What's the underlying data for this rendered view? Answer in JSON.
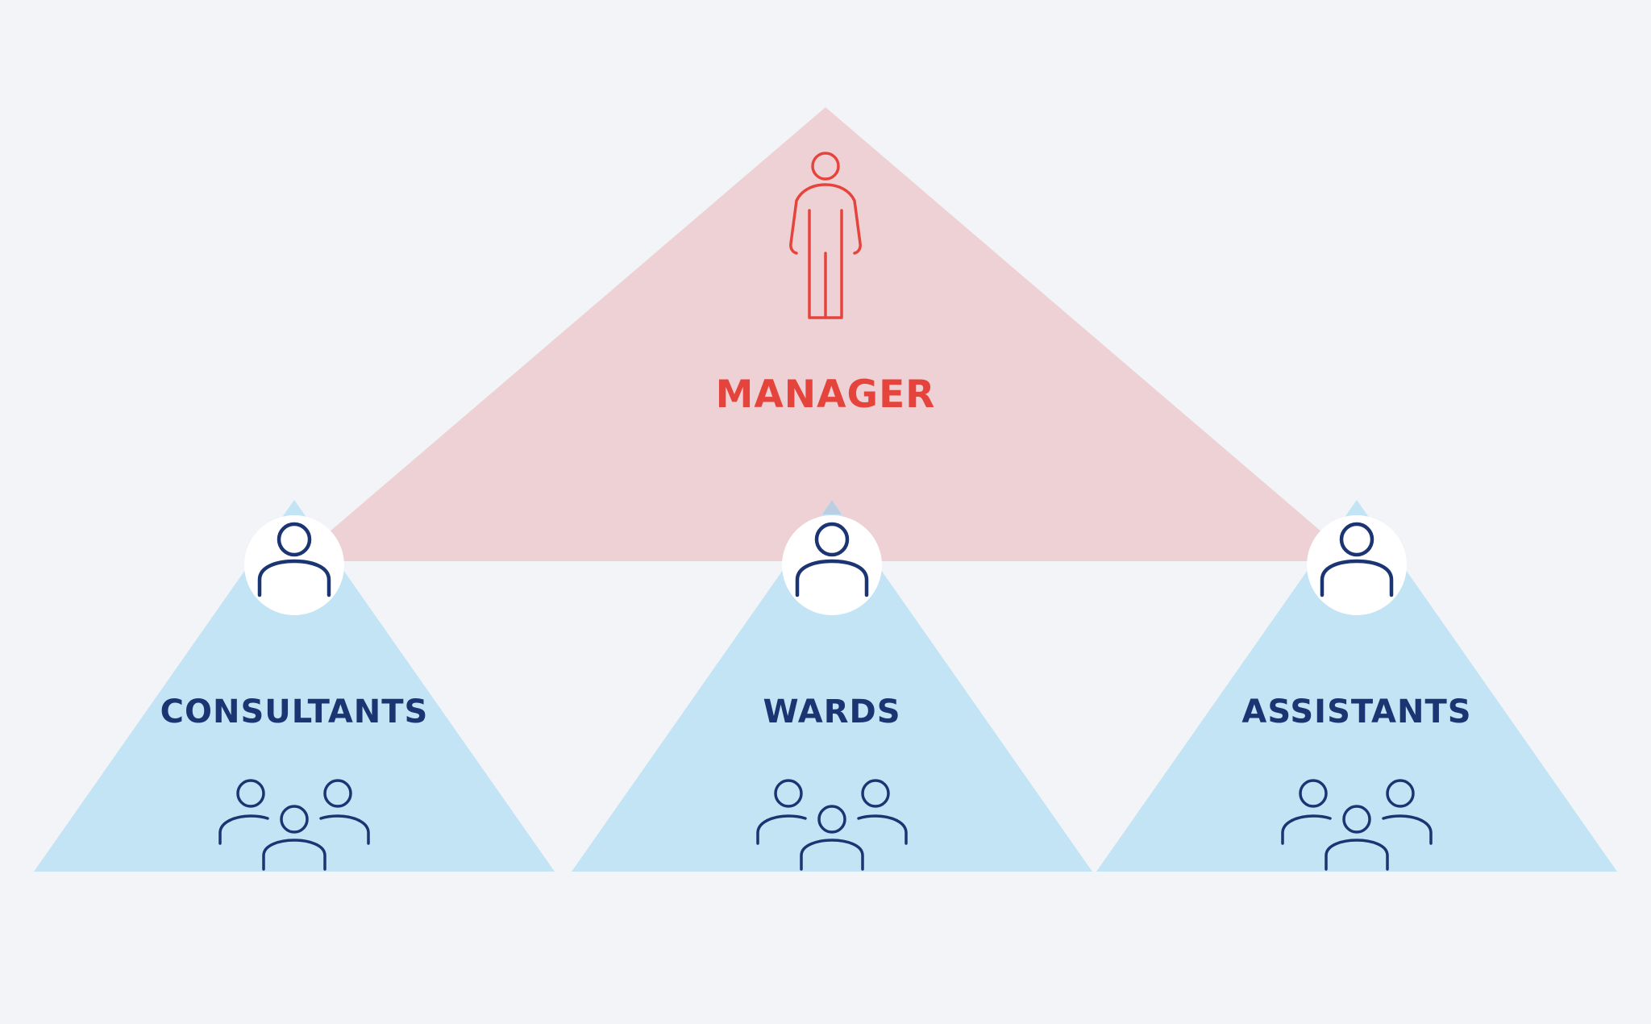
{
  "colors": {
    "background": "#f3f4f7",
    "manager_fill": "#edd1d4",
    "manager_accent": "#e5443c",
    "group_fill": "#c3e4f5",
    "group_accent": "#1b3573",
    "badge_fill": "#ffffff"
  },
  "manager": {
    "label": "MANAGER",
    "icon": "person-standing-icon"
  },
  "groups": [
    {
      "label": "CONSULTANTS",
      "icon": "person-icon",
      "group_icon": "people-group-icon"
    },
    {
      "label": "WARDS",
      "icon": "person-icon",
      "group_icon": "people-group-icon"
    },
    {
      "label": "ASSISTANTS",
      "icon": "person-icon",
      "group_icon": "people-group-icon"
    }
  ]
}
